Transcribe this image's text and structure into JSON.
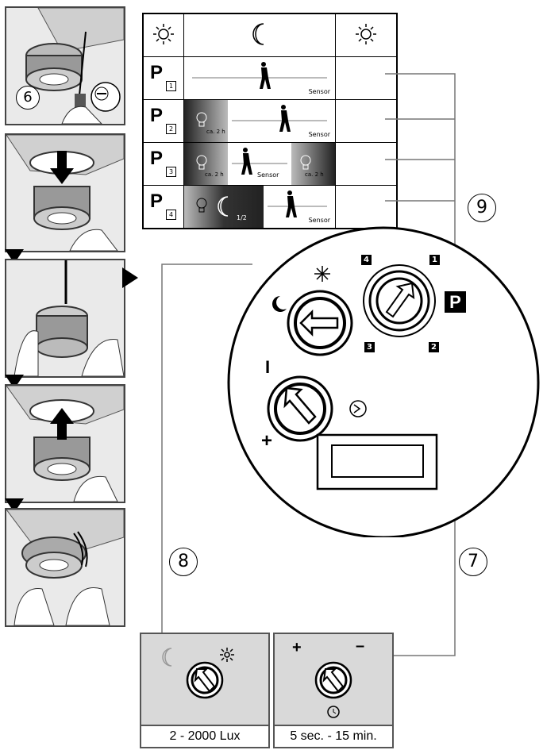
{
  "callouts": {
    "c6": "6",
    "c7": "7",
    "c8": "8",
    "c9": "9"
  },
  "table": {
    "header_icons": [
      "sun-icon",
      "moon-icon",
      "sun-icon"
    ],
    "rows": [
      {
        "program": "P",
        "index": "1",
        "sensor": "Sensor"
      },
      {
        "program": "P",
        "index": "2",
        "sensor": "Sensor",
        "timer": "ca. 2 h"
      },
      {
        "program": "P",
        "index": "3",
        "sensor": "Sensor",
        "timer_left": "ca. 2 h",
        "timer_right": "ca. 2 h"
      },
      {
        "program": "P",
        "index": "4",
        "sensor": "Sensor",
        "fraction": "1/2"
      }
    ]
  },
  "dial": {
    "program_positions": [
      "4",
      "1",
      "3",
      "2"
    ],
    "program_badge": "P",
    "plus": "+",
    "minus": "I"
  },
  "panels": {
    "lux": {
      "caption": "2 - 2000 Lux"
    },
    "time": {
      "caption": "5 sec. - 15 min.",
      "plus": "+",
      "minus": "–"
    }
  }
}
